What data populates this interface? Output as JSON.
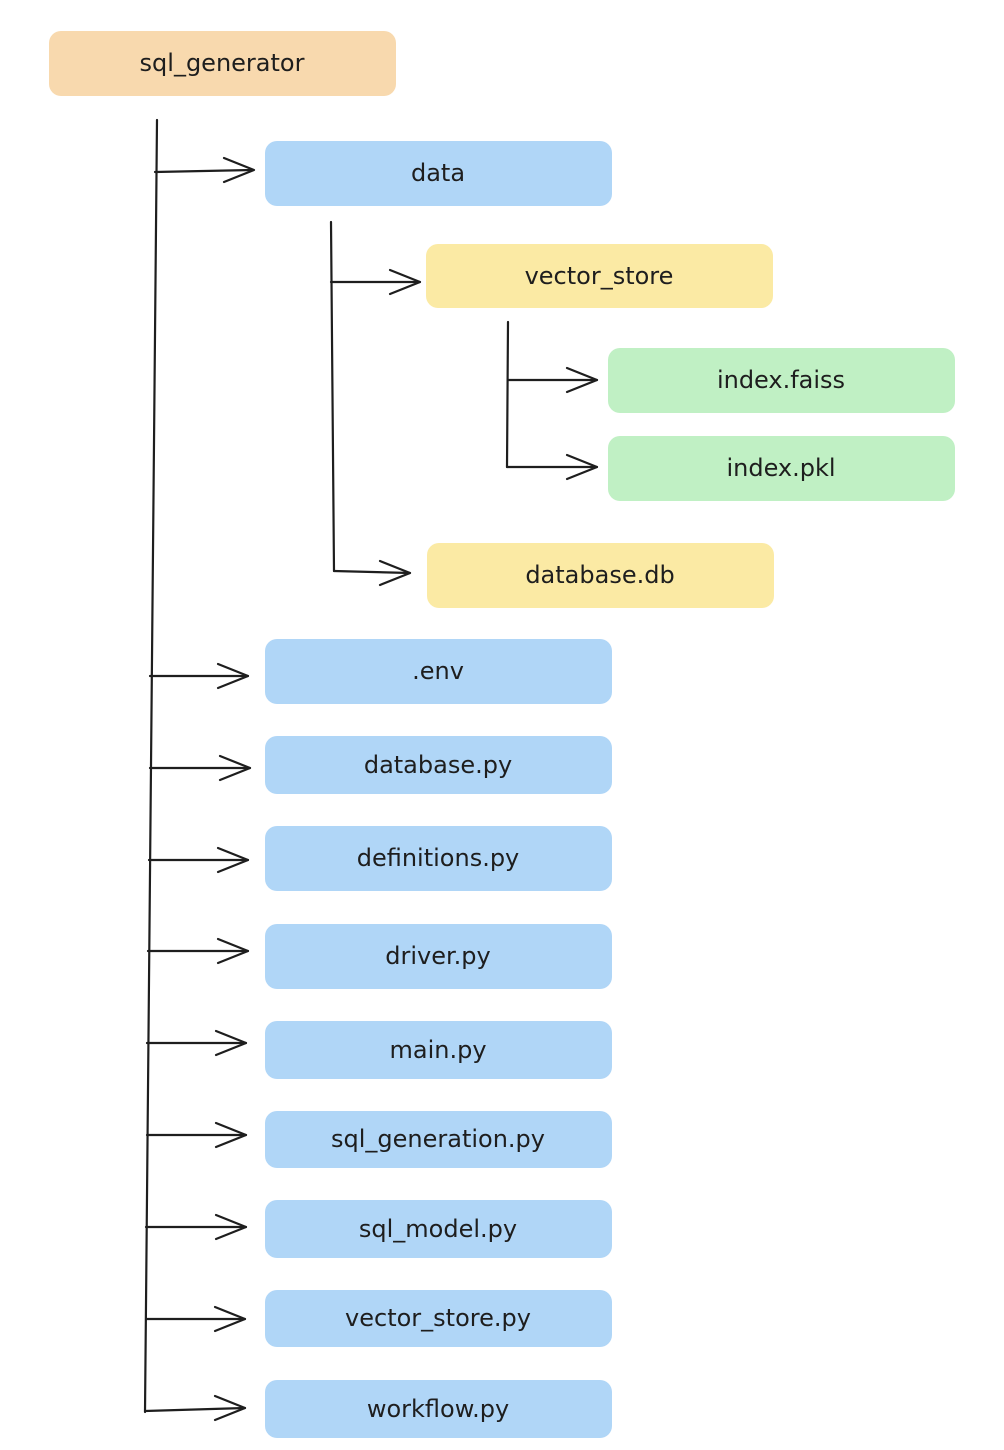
{
  "colors": {
    "root": "#f8d9ae",
    "folder": "#b0d6f7",
    "subfolder": "#fbeaa4",
    "file": "#c0f0c4",
    "stroke": "#1e1e1e"
  },
  "tree": {
    "root": "sql_generator",
    "data_folder": "data",
    "vector_store_folder": "vector_store",
    "index_faiss": "index.faiss",
    "index_pkl": "index.pkl",
    "database_db": "database.db",
    "env_file": ".env",
    "database_py": "database.py",
    "definitions_py": "definitions.py",
    "driver_py": "driver.py",
    "main_py": "main.py",
    "sql_generation_py": "sql_generation.py",
    "sql_model_py": "sql_model.py",
    "vector_store_py": "vector_store.py",
    "workflow_py": "workflow.py"
  }
}
